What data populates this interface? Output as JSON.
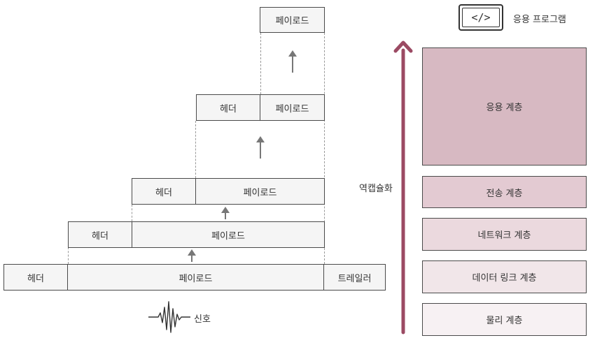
{
  "stack": {
    "level5": {
      "payload": "페이로드"
    },
    "level4": {
      "header": "헤더",
      "payload": "페이로드"
    },
    "level3": {
      "header": "헤더",
      "payload": "페이로드"
    },
    "level2": {
      "header": "헤더",
      "payload": "페이로드"
    },
    "level1": {
      "header": "헤더",
      "payload": "페이로드",
      "trailer": "트레일러"
    }
  },
  "signal": {
    "label": "신호"
  },
  "decapsulation": {
    "label": "역캡슐화"
  },
  "application": {
    "icon_glyph": "</>",
    "label": "응용 프로그램"
  },
  "layers": [
    {
      "label": "응용 계층",
      "color": "#d7b9c2"
    },
    {
      "label": "전송 계층",
      "color": "#e3cad2"
    },
    {
      "label": "네트워크 계층",
      "color": "#ebd9de"
    },
    {
      "label": "데이터 링크 계층",
      "color": "#f1e6e9"
    },
    {
      "label": "물리 계층",
      "color": "#f7f1f3"
    }
  ],
  "colors": {
    "arrow": "#9b4a63",
    "box": "#f5f5f5",
    "border": "#4a4a4a"
  }
}
